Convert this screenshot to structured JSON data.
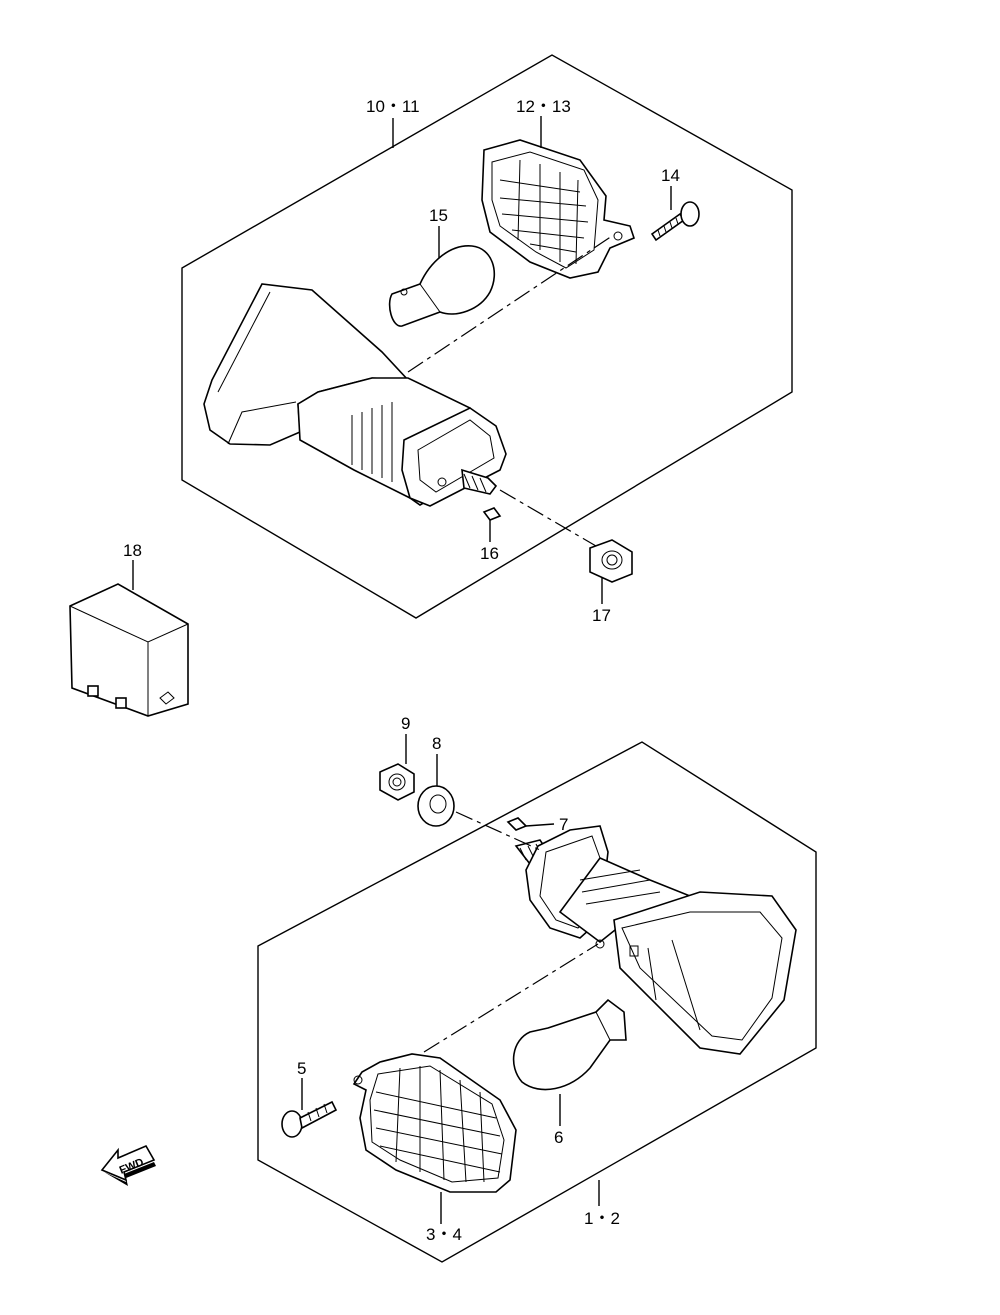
{
  "labels": {
    "p10_11": "10・11",
    "p12_13": "12・13",
    "p14": "14",
    "p15": "15",
    "p16": "16",
    "p17": "17",
    "p18": "18",
    "p9": "9",
    "p8": "8",
    "p7": "7",
    "p5": "5",
    "p6": "6",
    "p3_4": "3・4",
    "p1_2": "1・2"
  },
  "fwd_arrow": {
    "text": "FWD",
    "icon": "fwd-arrow-icon"
  }
}
